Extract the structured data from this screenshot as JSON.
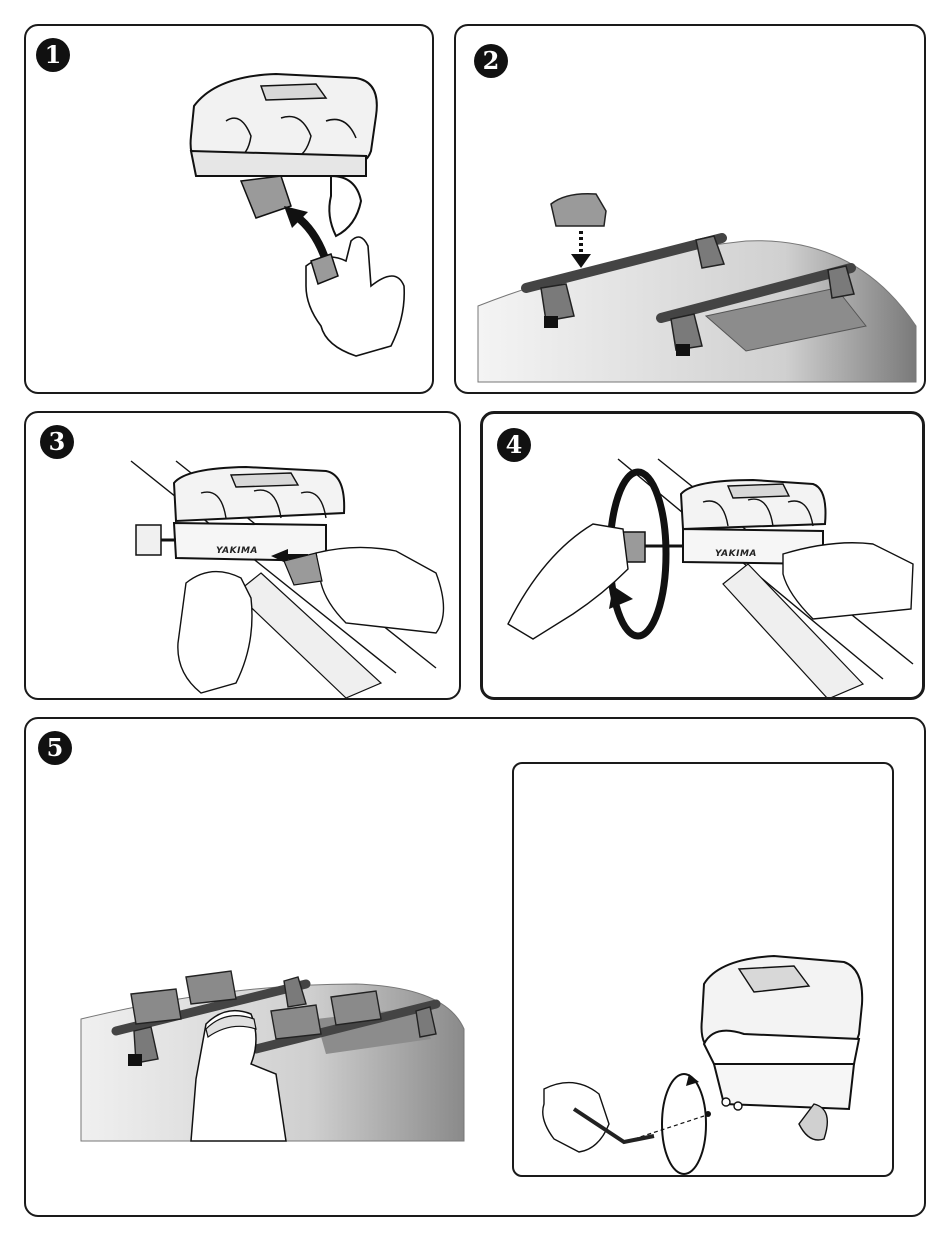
{
  "steps": [
    {
      "number": "1"
    },
    {
      "number": "2"
    },
    {
      "number": "3"
    },
    {
      "number": "4"
    },
    {
      "number": "5"
    }
  ],
  "brand_label": "YAKIMA",
  "colors": {
    "ink": "#111111",
    "panel_border": "#1a1a1a",
    "roof_shade": "#bdbdbd",
    "carrier_grey": "#8a8a8a"
  },
  "icons": [
    "rotate-arrow-icon",
    "insert-arrow-icon",
    "down-arrow-icon",
    "push-arrow-icon"
  ]
}
